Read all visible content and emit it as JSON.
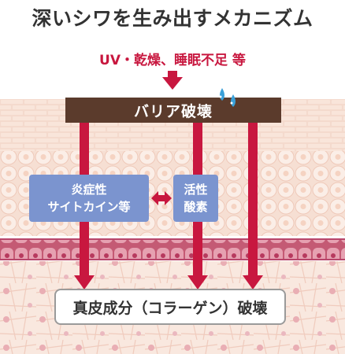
{
  "title": "深いシワを生み出すメカニズム",
  "causes": "UV・乾燥、睡眠不足 等",
  "barrier": "バリア破壊",
  "inflammatory": {
    "line1": "炎症性",
    "line2": "サイトカイン等"
  },
  "ros": {
    "line1": "活性",
    "line2": "酸素"
  },
  "result": "真皮成分（コラーゲン）破壊",
  "colors": {
    "title": "#333333",
    "causes": "#c8173f",
    "arrow": "#c8173f",
    "barrier_box": "#5b3b2c",
    "mediator_box": "#7b94cf",
    "skin_band": "#f6dfd6",
    "dermis": "#f9e7dd",
    "water_drop": "#3aa0d8"
  }
}
